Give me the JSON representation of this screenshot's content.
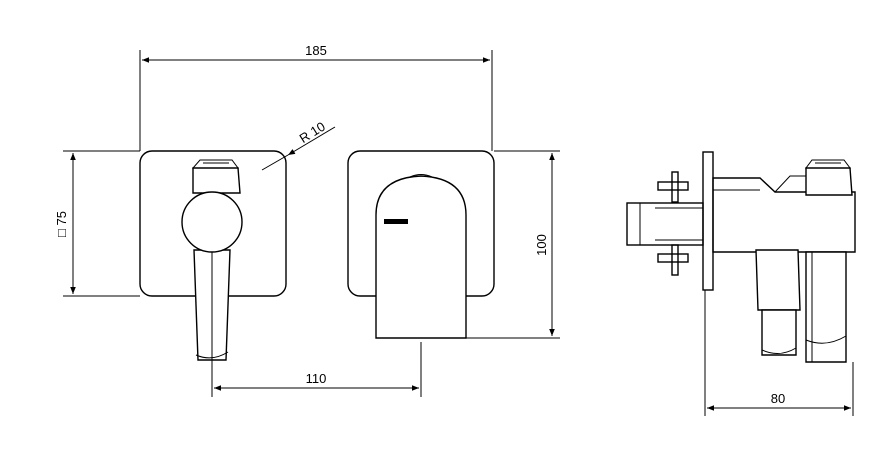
{
  "dimensions": {
    "top_width": "185",
    "radius": "R 10",
    "plate_square": "□ 75",
    "height": "100",
    "offset": "110",
    "depth": "80"
  }
}
